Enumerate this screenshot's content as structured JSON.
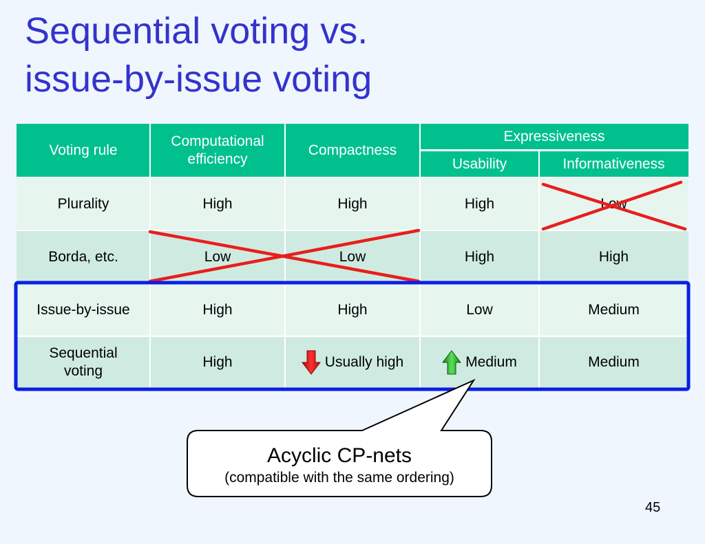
{
  "title": {
    "line1": "Sequential voting vs.",
    "line2": "issue-by-issue voting"
  },
  "table": {
    "headers": {
      "voting_rule": "Voting rule",
      "computational_efficiency": "Computational efficiency",
      "compactness": "Compactness",
      "expressiveness": "Expressiveness",
      "usability": "Usability",
      "informativeness": "Informativeness"
    },
    "rows": [
      {
        "rule": "Plurality",
        "efficiency": "High",
        "compactness": "High",
        "usability": "High",
        "informativeness": "Low"
      },
      {
        "rule": "Borda, etc.",
        "efficiency": "Low",
        "compactness": "Low",
        "usability": "High",
        "informativeness": "High"
      },
      {
        "rule": "Issue-by-issue",
        "efficiency": "High",
        "compactness": "High",
        "usability": "Low",
        "informativeness": "Medium"
      },
      {
        "rule": "Sequential voting",
        "efficiency": "High",
        "compactness": "Usually high",
        "usability": "Medium",
        "informativeness": "Medium"
      }
    ]
  },
  "icons": {
    "compactness_arrow": "arrow-down-icon",
    "usability_arrow": "arrow-up-icon"
  },
  "colors": {
    "title": "#3333cc",
    "header": "#00c08e",
    "highlight_box": "#0a1ee6",
    "strike": "#e81e1e",
    "arrow_down": "#e62020",
    "arrow_up": "#22b522"
  },
  "callout": {
    "main": "Acyclic CP-nets",
    "sub": "(compatible with the same ordering)"
  },
  "page_number": "45"
}
